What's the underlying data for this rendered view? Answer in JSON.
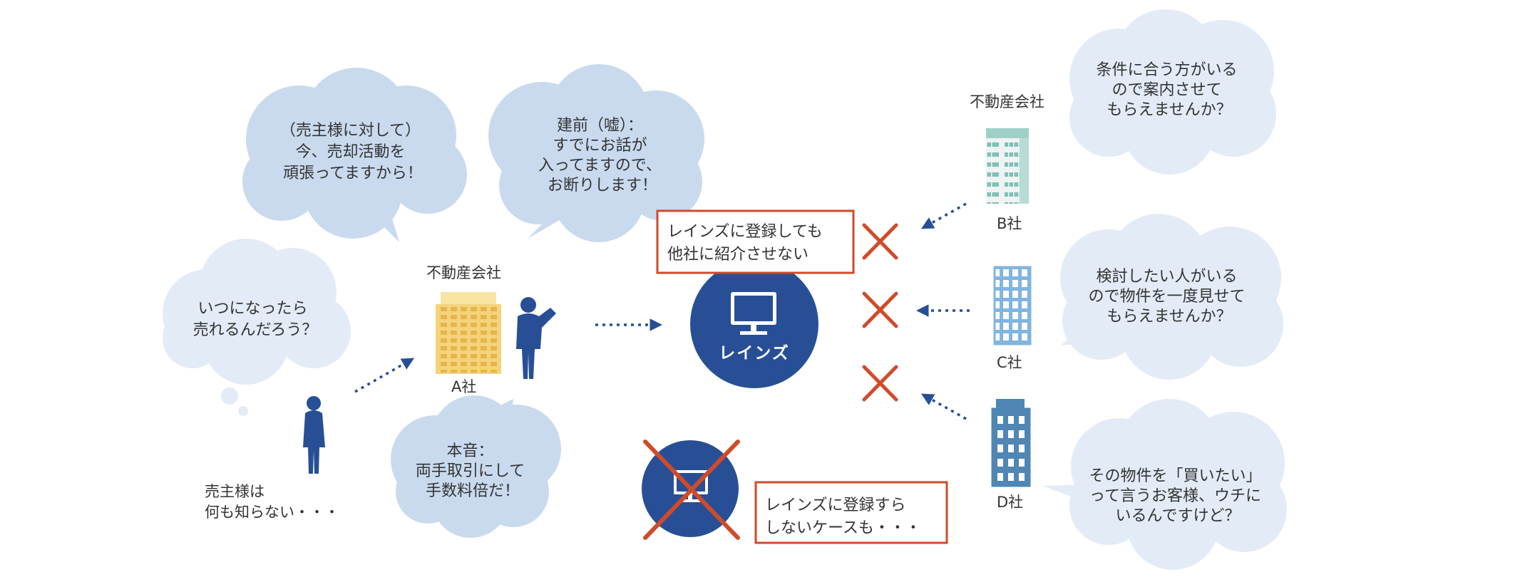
{
  "colors": {
    "cloud_dark": "#c9daee",
    "cloud_light": "#e3ebf6",
    "navy": "#284f95",
    "red": "#cf4b2b",
    "yellow": "#f5d37a",
    "teal": "#9fd0c8",
    "lightblue": "#82b4e0",
    "steel": "#4f86b4",
    "text": "#333333"
  },
  "bubbles": {
    "seller_thought": [
      "いつになったら",
      "売れるんだろう？"
    ],
    "company_a_to_seller": [
      "（売主様に対して）",
      "今、売却活動を",
      "頑張ってますから！"
    ],
    "company_a_pretense": [
      "建前（嘘）：",
      "すでにお話が",
      "入ってますので、",
      "お断りします！"
    ],
    "company_a_true": [
      "本音：",
      "両手取引にして",
      "手数料倍だ！"
    ],
    "company_b": [
      "条件に合う方がいる",
      "ので案内させて",
      "もらえませんか？"
    ],
    "company_c": [
      "検討したい人がいる",
      "ので物件を一度見せて",
      "もらえませんか？"
    ],
    "company_d": [
      "その物件を「買いたい」",
      "って言うお客様、ウチに",
      "いるんですけど？"
    ]
  },
  "labels": {
    "seller": [
      "売主様は",
      "何も知らない・・・"
    ],
    "company_a_type": "不動産会社",
    "company_a_name": "A社",
    "company_b_type": "不動産会社",
    "company_b_name": "B社",
    "company_c_name": "C社",
    "company_d_name": "D社"
  },
  "reins": {
    "label": "レインズ",
    "box_no_referral": [
      "レインズに登録しても",
      "他社に紹介させない"
    ],
    "box_not_registered": [
      "レインズに登録すら",
      "しないケースも・・・"
    ]
  },
  "icons": {
    "monitor": "monitor-icon",
    "person": "person-icon",
    "building": "building-icon",
    "cross": "cross-icon"
  }
}
